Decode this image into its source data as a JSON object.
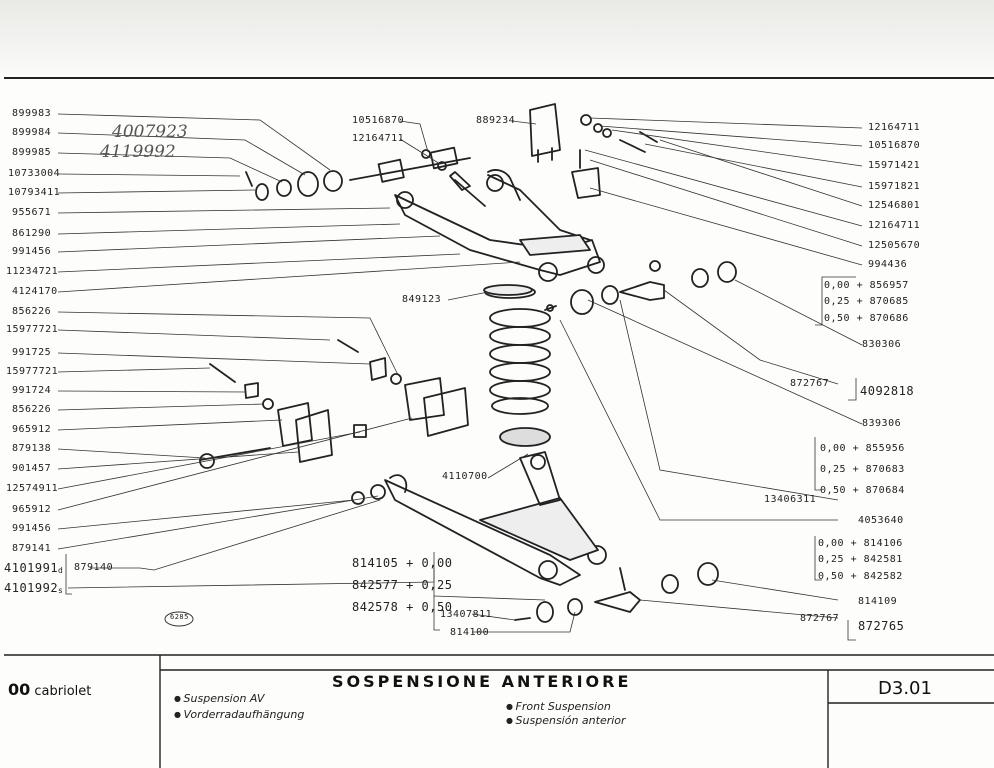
{
  "title": "SOSPENSIONE ANTERIORE",
  "page_code": "D3.01",
  "model_suffix": "00",
  "model_variant": "cabriolet",
  "translations": {
    "fr": "Suspension AV",
    "de": "Vorderradaufhängung",
    "en": "Front Suspension",
    "es": "Suspensión anterior"
  },
  "handwritten": [
    "4007923",
    "4119992"
  ],
  "stamp": "6285",
  "left_labels": [
    "899983",
    "899984",
    "899985",
    "10733004",
    "10793411",
    "955671",
    "861290",
    "991456",
    "11234721",
    "4124170",
    "856226",
    "15977721",
    "991725",
    "15977721",
    "991724",
    "856226",
    "965912",
    "879138",
    "901457",
    "12574911",
    "965912",
    "991456",
    "879141"
  ],
  "top_labels": [
    "10516870",
    "12164711",
    "889234"
  ],
  "right_labels": [
    "12164711",
    "10516870",
    "15971421",
    "15971821",
    "12546801",
    "12164711",
    "12505670",
    "994436"
  ],
  "mid_labels": {
    "spring_top": "849123",
    "strut": "4110700",
    "bolt_ref": "13406311",
    "arm_ref": "4053640",
    "bush_a": "830306",
    "bush_b": "839306",
    "pin_a": "872767",
    "pin_a_total": "4092818",
    "lower_pin": "872767",
    "lower_pin_total": "872765",
    "lower_bush": "814109",
    "lower_bolt": "13407811",
    "lower_washer": "814100",
    "lower_arm_left": "879140",
    "lower_arm_d": "4101991",
    "lower_arm_s": "4101992",
    "d": "d",
    "s": "s"
  },
  "shim_upper_a": [
    "0,00 + 856957",
    "0,25 + 870685",
    "0,50 + 870686"
  ],
  "shim_upper_b": [
    "0,00 + 855956",
    "0,25 + 870683",
    "0,50 + 870684"
  ],
  "shim_lower_right": [
    "0,00 + 814106",
    "0,25 + 842581",
    "0,50 + 842582"
  ],
  "shim_lower_left": [
    "814105 + 0,00",
    "842577 + 0,25",
    "842578 + 0,50"
  ]
}
